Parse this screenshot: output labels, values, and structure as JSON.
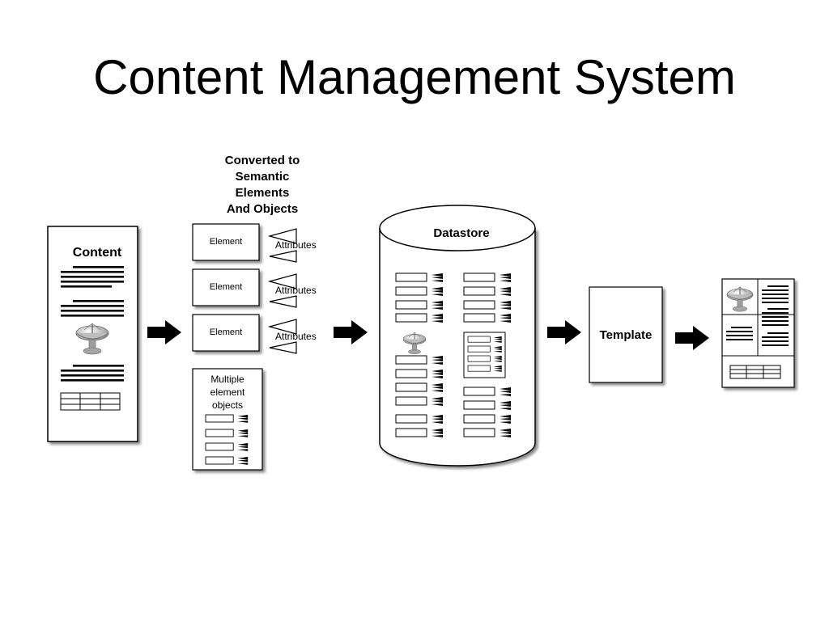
{
  "slide": {
    "title": "Content Management System"
  },
  "diagram": {
    "content_page": {
      "label": "Content",
      "icon": "satellite-dish-icon"
    },
    "conversion": {
      "heading": [
        "Converted to",
        "Semantic",
        "Elements",
        "And Objects"
      ],
      "elements": [
        {
          "label": "Element",
          "attributes_label": "Attributes"
        },
        {
          "label": "Element",
          "attributes_label": "Attributes"
        },
        {
          "label": "Element",
          "attributes_label": "Attributes"
        }
      ],
      "multiple": {
        "label": [
          "Multiple",
          "element",
          "objects"
        ]
      }
    },
    "datastore": {
      "label": "Datastore"
    },
    "template": {
      "label": "Template"
    },
    "output_page": {
      "icon": "satellite-dish-icon"
    }
  }
}
